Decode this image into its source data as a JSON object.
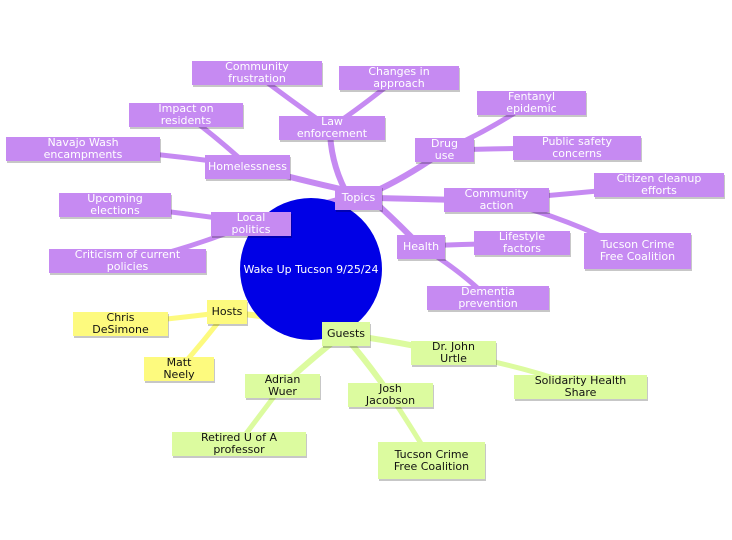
{
  "central_topic": "Wake Up Tucson 9/25/24",
  "colors": {
    "center": "#0000e6",
    "topics_branch": "#c68af2",
    "hosts_branch": "#fdfa7e",
    "guests_branch": "#dcfb9f"
  },
  "branches": {
    "topics": {
      "label": "Topics",
      "law_enforcement": {
        "label": "Law enforcement",
        "community_frustration": "Community frustration",
        "changes_in_approach": "Changes in approach"
      },
      "homelessness": {
        "label": "Homelessness",
        "impact_on_residents": "Impact on residents",
        "navajo_wash": "Navajo Wash encampments"
      },
      "local_politics": {
        "label": "Local politics",
        "upcoming_elections": "Upcoming elections",
        "criticism": "Criticism of current policies"
      },
      "drug_use": {
        "label": "Drug use",
        "fentanyl": "Fentanyl epidemic",
        "public_safety": "Public safety concerns"
      },
      "community_action": {
        "label": "Community action",
        "cleanup": "Citizen cleanup efforts",
        "coalition": "Tucson Crime Free Coalition"
      },
      "health": {
        "label": "Health",
        "lifestyle": "Lifestyle factors",
        "dementia": "Dementia prevention"
      }
    },
    "hosts": {
      "label": "Hosts",
      "chris": "Chris DeSimone",
      "matt": "Matt Neely"
    },
    "guests": {
      "label": "Guests",
      "urtle": {
        "label": "Dr. John Urtle",
        "org": "Solidarity Health Share"
      },
      "jacobson": {
        "label": "Josh Jacobson",
        "org": "Tucson Crime Free Coalition"
      },
      "wuer": {
        "label": "Adrian Wuer",
        "role": "Retired U of A professor"
      }
    }
  }
}
